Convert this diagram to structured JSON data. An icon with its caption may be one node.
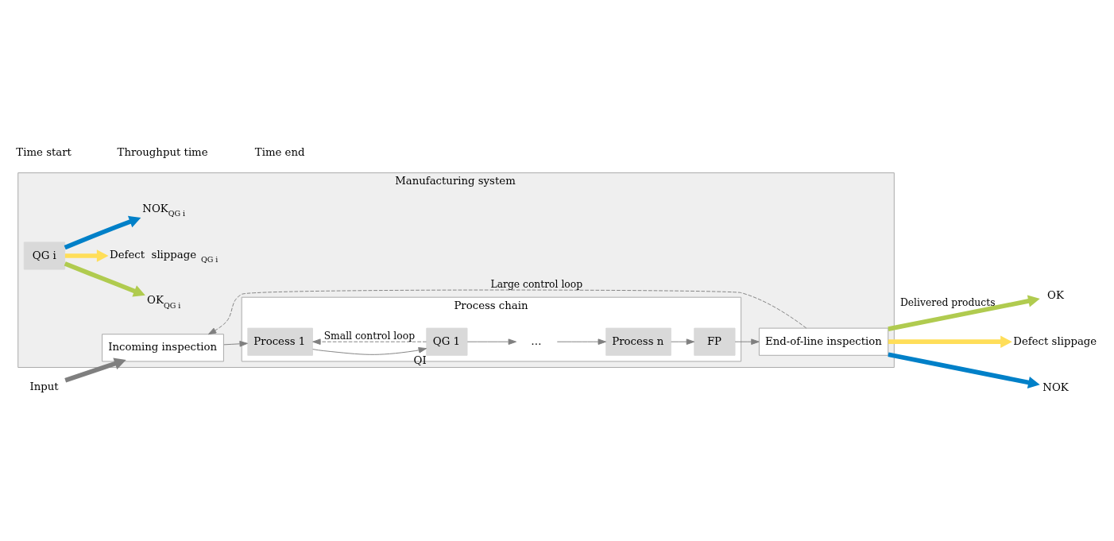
{
  "diagram": {
    "nodes": [
      {
        "text": [
          "Manufacturing system"
        ]
      },
      {
        "text": [
          "Input"
        ]
      },
      {
        "text": [
          "Incoming inspection"
        ],
        "in": 0
      },
      {
        "text": [
          "Process chain"
        ],
        "in": 0
      },
      {
        "text": [
          "Process 1"
        ],
        "in": 3
      },
      {
        "text": [
          "QG 1"
        ],
        "in": 3,
        "beside": [
          "QI"
        ]
      },
      {
        "text": [
          "…"
        ],
        "in": 3
      },
      {
        "text": [
          "Process n"
        ],
        "in": 3
      },
      {
        "text": [
          "FP"
        ],
        "in": 3
      },
      {
        "text": [
          "End-of-line inspection"
        ],
        "in": 0
      },
      {
        "text": [
          "OK"
        ]
      },
      {
        "text": [
          "Defect slippage"
        ]
      },
      {
        "text": [
          "NOK"
        ]
      },
      {
        "text": [
          "QG i"
        ],
        "in": 0
      },
      {
        "text": [
          "OK$_{QG i}$"
        ],
        "in": 0
      },
      {
        "text": [
          "Defect  slippage $_{QG i}$"
        ],
        "in": 0
      },
      {
        "text": [
          "NOK$_{QG i}$"
        ],
        "in": 0
      }
    ],
    "edges": [
      {
        "from": 1,
        "to": 2,
        "arrow": "to",
        "style": "thick"
      },
      {
        "from": 2,
        "to": 4,
        "arrow": "to"
      },
      {
        "from": 4,
        "to": 5,
        "arrow": "to"
      },
      {
        "from": 5,
        "to": 6,
        "arrow": "to"
      },
      {
        "from": 6,
        "to": 7,
        "arrow": "to"
      },
      {
        "from": 7,
        "to": 8,
        "arrow": "to"
      },
      {
        "from": 8,
        "to": 9,
        "arrow": "to"
      },
      {
        "from": 5,
        "to": 4,
        "arrow": "to",
        "style": "dashed",
        "label": "Small control loop"
      },
      {
        "from": 9,
        "to": 2,
        "arrow": "to",
        "style": "dashed",
        "label": "Large control loop"
      },
      {
        "from": 9,
        "to": 10,
        "arrow": "to",
        "style": "thick",
        "color": "#b0cb4f",
        "label": "Delivered products"
      },
      {
        "from": 9,
        "to": 11,
        "arrow": "to",
        "style": "thick",
        "color": "#ffde59"
      },
      {
        "from": 9,
        "to": 12,
        "arrow": "to",
        "style": "thick",
        "color": "#0080c8"
      },
      {
        "from": 13,
        "to": 14,
        "arrow": "to",
        "style": "thick",
        "color": "#b0cb4f"
      },
      {
        "from": 13,
        "to": 15,
        "arrow": "to",
        "style": "thick",
        "color": "#ffde59"
      },
      {
        "from": 13,
        "to": 16,
        "arrow": "to",
        "style": "thick",
        "color": "#0080c8"
      }
    ],
    "labels": [
      "Time start",
      "Throughput time",
      "Time end"
    ]
  }
}
